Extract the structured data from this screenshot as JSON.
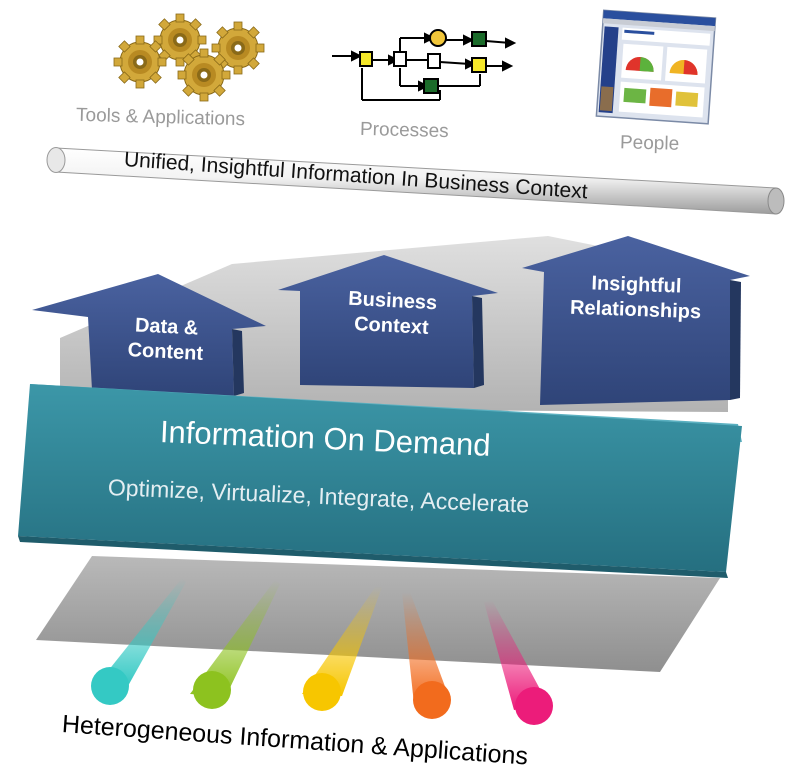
{
  "top": {
    "tools_label": "Tools & Applications",
    "processes_label": "Processes",
    "people_label": "People"
  },
  "bar_label": "Unified, Insightful Information In Business Context",
  "arrows": [
    {
      "line1": "Data &",
      "line2": "Content"
    },
    {
      "line1": "Business",
      "line2": "Context"
    },
    {
      "line1": "Insightful",
      "line2": "Relationships"
    }
  ],
  "platform": {
    "title": "Information On Demand",
    "subtitle": "Optimize, Virtualize, Integrate, Accelerate"
  },
  "bottom_label": "Heterogeneous Information & Applications",
  "colors": {
    "arrow_blue": "#3a4f86",
    "platform_teal": "#2e8293",
    "gear_gold": "#d2a83a",
    "source_cyan": "#34c9c4",
    "source_green": "#8dc21f",
    "source_yellow": "#f7c600",
    "source_orange": "#f26b1d",
    "source_pink": "#ec1c7a"
  }
}
